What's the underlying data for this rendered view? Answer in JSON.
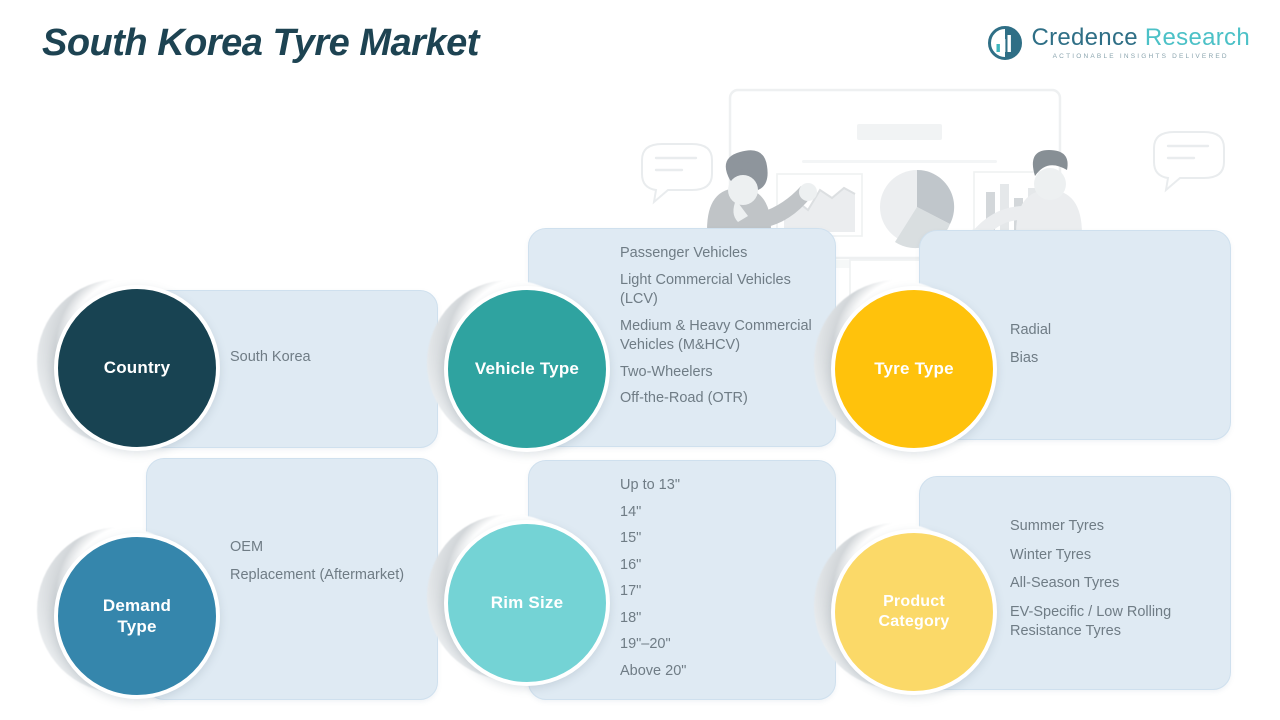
{
  "header": {
    "title": "South Korea Tyre Market",
    "logo": {
      "name_part1": "Credence",
      "name_part2": " Research",
      "tagline": "Actionable Insights Delivered",
      "mark_icon": "bar-chart-circle-icon"
    }
  },
  "colors": {
    "title": "#1d4352",
    "card_fill": "#dfeaf3",
    "card_border": "#cfe0ee",
    "list_text": "#6f7c85",
    "country": "#184352",
    "vehicle_type": "#2fa3a0",
    "tyre_type": "#ffc20c",
    "demand_type": "#3586ac",
    "rim_size": "#74d3d5",
    "product_category": "#fbd968",
    "logo_teal": "#4cc1c7",
    "logo_dark": "#2f6f86"
  },
  "segments": [
    {
      "id": "country",
      "label": "Country",
      "color": "#184352",
      "items": [
        "South Korea"
      ]
    },
    {
      "id": "vehicle-type",
      "label": "Vehicle Type",
      "color": "#2fa3a0",
      "items": [
        "Passenger Vehicles",
        "Light Commercial Vehicles (LCV)",
        "Medium & Heavy Commercial Vehicles (M&HCV)",
        "Two-Wheelers",
        "Off-the-Road (OTR)"
      ]
    },
    {
      "id": "tyre-type",
      "label": "Tyre Type",
      "color": "#ffc20c",
      "items": [
        "Radial",
        "Bias"
      ]
    },
    {
      "id": "demand-type",
      "label": "Demand Type",
      "color": "#3586ac",
      "items": [
        "OEM",
        "Replacement (Aftermarket)"
      ]
    },
    {
      "id": "rim-size",
      "label": "Rim Size",
      "color": "#74d3d5",
      "items": [
        "Up to 13\"",
        "14\"",
        "15\"",
        "16\"",
        "17\"",
        "18\"",
        "19\"–20\"",
        "Above 20\""
      ]
    },
    {
      "id": "product-category",
      "label": "Product Category",
      "color": "#fbd968",
      "items": [
        "Summer Tyres",
        "Winter Tyres",
        "All-Season Tyres",
        "EV-Specific / Low Rolling Resistance Tyres"
      ]
    }
  ],
  "illustration": {
    "name": "business-presentation-illustration",
    "elements": [
      "whiteboard",
      "presenter-female",
      "presenter-male",
      "line-chart",
      "pie-chart",
      "bar-chart",
      "speech-bubble-left",
      "speech-bubble-right"
    ]
  }
}
